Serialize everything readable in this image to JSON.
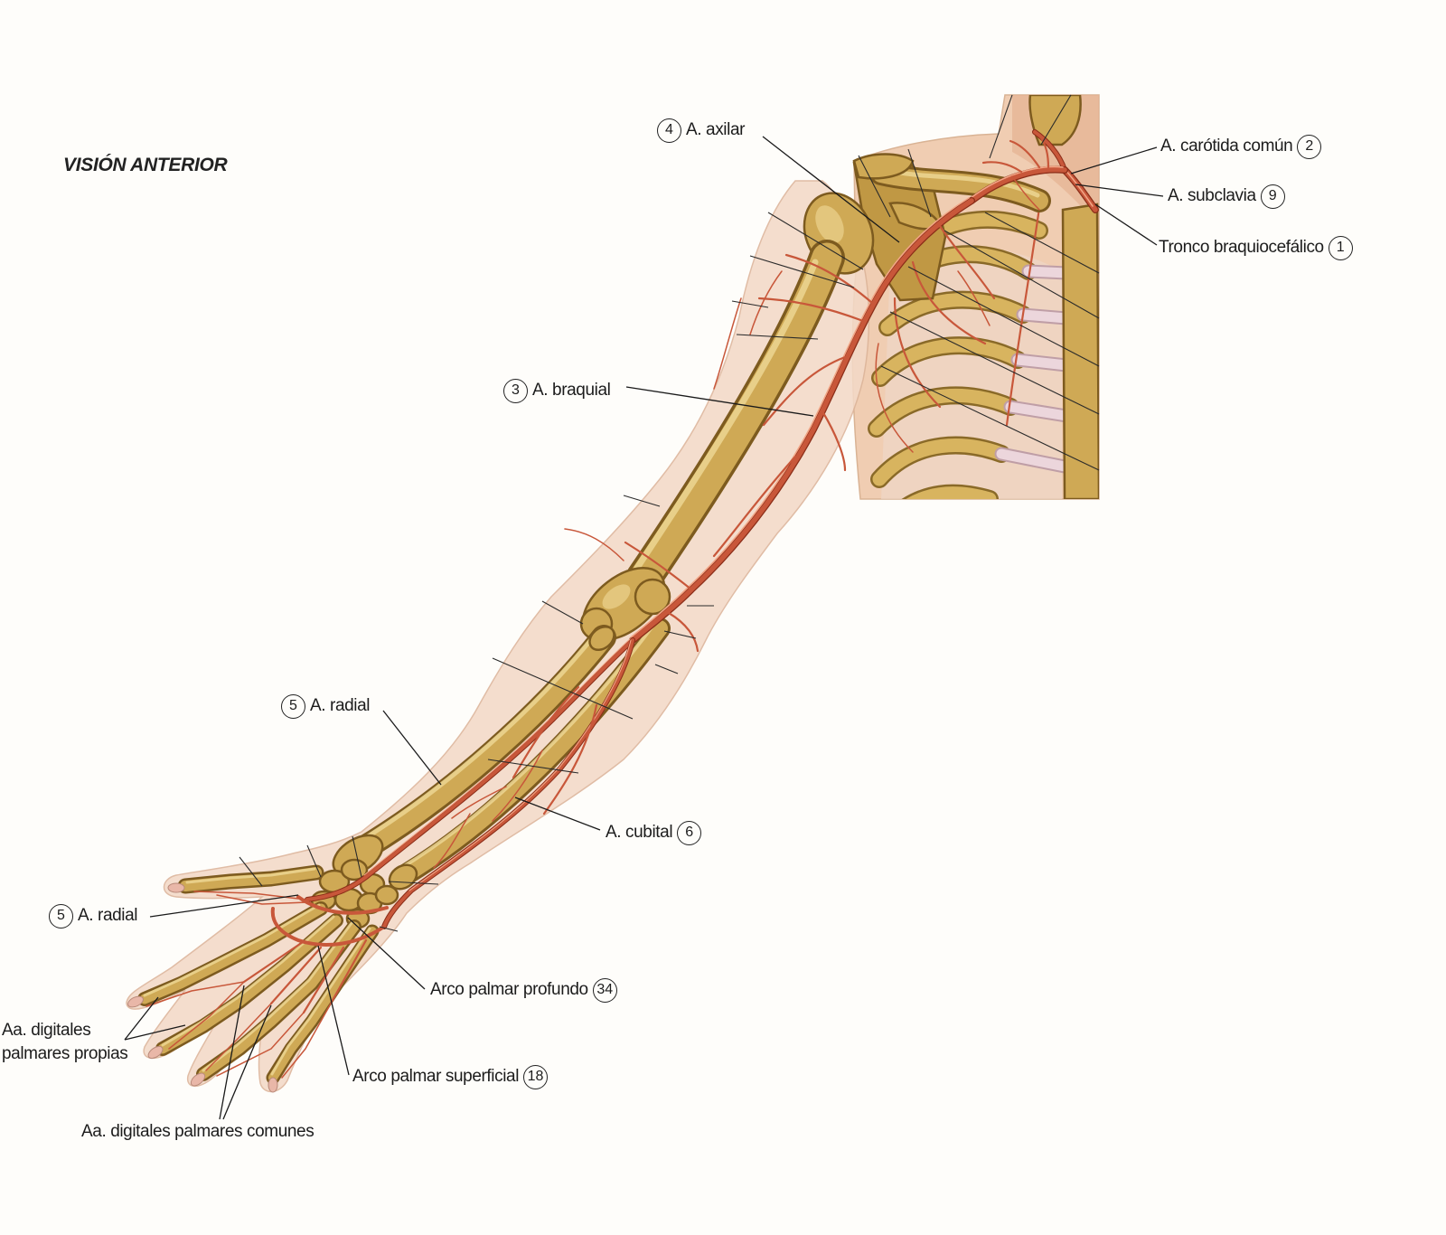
{
  "title": "VISIÓN ANTERIOR",
  "labels": {
    "axilar": {
      "number": "4",
      "text": "A. axilar"
    },
    "carotida": {
      "number": "2",
      "text": "A. carótida común"
    },
    "subclavia": {
      "number": "9",
      "text": "A. subclavia"
    },
    "tronco": {
      "number": "1",
      "text": "Tronco braquiocefálico"
    },
    "braquial": {
      "number": "3",
      "text": "A. braquial"
    },
    "radial_upper": {
      "number": "5",
      "text": "A. radial"
    },
    "cubital": {
      "number": "6",
      "text": "A. cubital"
    },
    "radial_lower": {
      "number": "5",
      "text": "A. radial"
    },
    "arco_profundo": {
      "number": "34",
      "text": "Arco palmar profundo"
    },
    "digitales_propias": {
      "lines": [
        "Aa. digitales",
        "palmares propias"
      ]
    },
    "arco_superficial": {
      "number": "18",
      "text": "Arco palmar superficial"
    },
    "digitales_comunes": {
      "text": "Aa. digitales palmares comunes"
    }
  },
  "colors": {
    "artery": "#c8573a",
    "bone": "#cfa955",
    "skin": "#f3d9c7",
    "chest": "#f0cdb2"
  }
}
